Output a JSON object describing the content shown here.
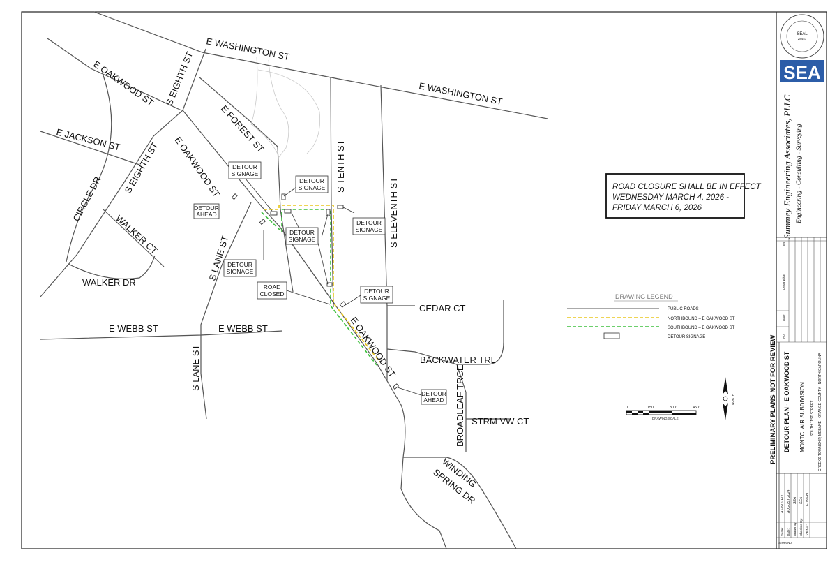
{
  "streets": {
    "e_washington_1": "E WASHINGTON ST",
    "e_washington_2": "E WASHINGTON ST",
    "e_oakwood_nw": "E OAKWOOD ST",
    "s_eighth_1": "S EIGHTH ST",
    "s_eighth_2": "S EIGHTH ST",
    "e_forest": "E FOREST ST",
    "e_jackson": "E JACKSON ST",
    "e_oakwood_mid": "E OAKWOOD ST",
    "circle_dr": "CIRCLE DR",
    "walker_ct": "WALKER CT",
    "walker_dr": "WALKER DR",
    "s_lane_1": "S LANE ST",
    "s_lane_2": "S LANE ST",
    "e_webb_1": "E WEBB ST",
    "e_webb_2": "E WEBB ST",
    "s_tenth": "S TENTH ST",
    "s_eleventh": "S ELEVENTH ST",
    "cedar_ct": "CEDAR CT",
    "e_oakwood_se": "E OAKWOOD ST",
    "backwater_trl": "BACKWATER TRL",
    "broadleaf_trce": "BROADLEAF TRCE",
    "strm_vw_ct": "STRM VW CT",
    "winding_spring_1": "WINDING",
    "winding_spring_2": "SPRING DR"
  },
  "callouts": {
    "detour_signage_1_a": "DETOUR",
    "detour_signage_1_b": "SIGNAGE",
    "detour_signage_2_a": "DETOUR",
    "detour_signage_2_b": "SIGNAGE",
    "detour_ahead_1_a": "DETOUR",
    "detour_ahead_1_b": "AHEAD",
    "detour_signage_3_a": "DETOUR",
    "detour_signage_3_b": "SIGNAGE",
    "detour_signage_4_a": "DETOUR",
    "detour_signage_4_b": "SIGNAGE",
    "detour_signage_5_a": "DETOUR",
    "detour_signage_5_b": "SIGNAGE",
    "road_closed_a": "ROAD",
    "road_closed_b": "CLOSED",
    "detour_signage_6_a": "DETOUR",
    "detour_signage_6_b": "SIGNAGE",
    "detour_ahead_2_a": "DETOUR",
    "detour_ahead_2_b": "AHEAD"
  },
  "notice": {
    "line1": "ROAD CLOSURE SHALL BE IN EFFECT",
    "line2": "WEDNESDAY MARCH 4, 2026 -",
    "line3": "FRIDAY MARCH 6, 2026"
  },
  "legend": {
    "title": "DRAWING LEGEND",
    "public_roads": "PUBLIC ROADS",
    "northbound": "NORTHBOUND – E OAKWOOD ST",
    "southbound": "SOUTHBOUND – E OAKWOOD ST",
    "signage": "DETOUR SIGNAGE"
  },
  "scale": {
    "t0": "0'",
    "t1": "150",
    "t2": "300'",
    "t3": "450'",
    "label": "DRAWING SCALE",
    "north": "NORTH"
  },
  "title_block": {
    "firm_name": "Summey Engineering Associates, PLLC",
    "firm_services": "Engineering - Consulting - Surveying",
    "preliminary": "PRELIMINARY PLANS NOT FOR REVIEW",
    "sheet_title": "DETOUR PLAN - E OAKWOOD ST",
    "project": "MONTCLAIR SUBDIVISION",
    "address": "SOUTH 11ST STREET",
    "location": "CREEKS TOWNSHIP, MEBANE - ORANGE COUNTY - NORTH CAROLINA",
    "rev_no": "No.",
    "rev_date": "Date",
    "rev_desc": "Description",
    "rev_by": "By",
    "field_scale": "Scale:",
    "val_scale": "AS NOTED",
    "field_date": "Date:",
    "val_date": "AUGUST 2024",
    "field_drawn": "Drawn By:",
    "val_drawn": "SEA",
    "field_checked": "Checked By:",
    "val_checked": "SEA",
    "field_job": "Job No.:",
    "val_job": "E-19549",
    "field_sheet": "Sheet No."
  },
  "colors": {
    "road": "#555555",
    "northbound": "#e8c61c",
    "southbound": "#3bbf3b",
    "logo_blue": "#2c5da8"
  }
}
